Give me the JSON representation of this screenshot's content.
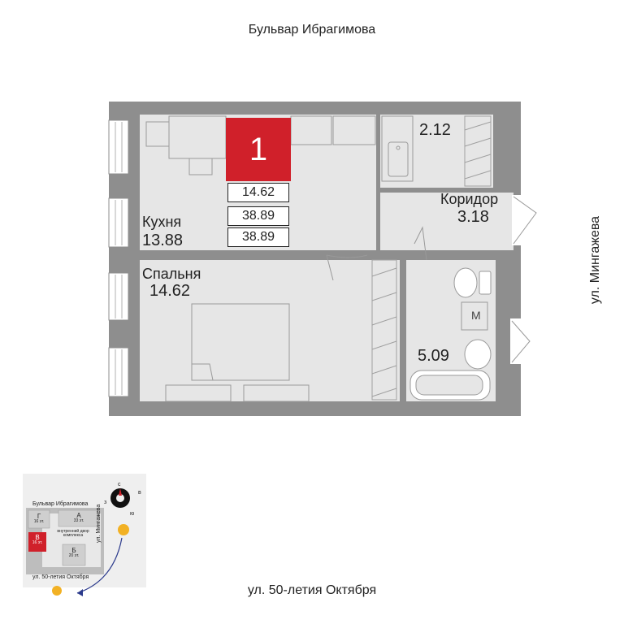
{
  "streets": {
    "top": "Бульвар Ибрагимова",
    "bottom": "ул. 50-летия Октября",
    "right": "ул. Мингажева"
  },
  "apartment": {
    "rooms_count": "1",
    "stats": [
      "14.62",
      "38.89",
      "38.89"
    ],
    "accent_color": "#d0202a"
  },
  "rooms": {
    "kitchen": {
      "name": "Кухня",
      "area": "13.88"
    },
    "bedroom": {
      "name": "Спальня",
      "area": "14.62"
    },
    "corridor": {
      "name": "Коридор",
      "area": "3.18"
    },
    "wc_area": "2.12",
    "bath_area": "5.09"
  },
  "meter_label": "М",
  "minimap": {
    "street_top": "Бульвар Ибрагимова",
    "street_bottom": "ул. 50-летия Октября",
    "street_right": "ул. Мингажева",
    "compass": {
      "n": "с",
      "e": "в",
      "s": "ю",
      "w": "з"
    },
    "buildings": [
      {
        "letter": "Г",
        "floors": "16 эт."
      },
      {
        "letter": "А",
        "floors": "33 эт."
      },
      {
        "letter": "В",
        "floors": "16 эт."
      },
      {
        "letter": "Б",
        "floors": "20 эт."
      }
    ],
    "courtyard": "внутренний двор комплекса"
  }
}
